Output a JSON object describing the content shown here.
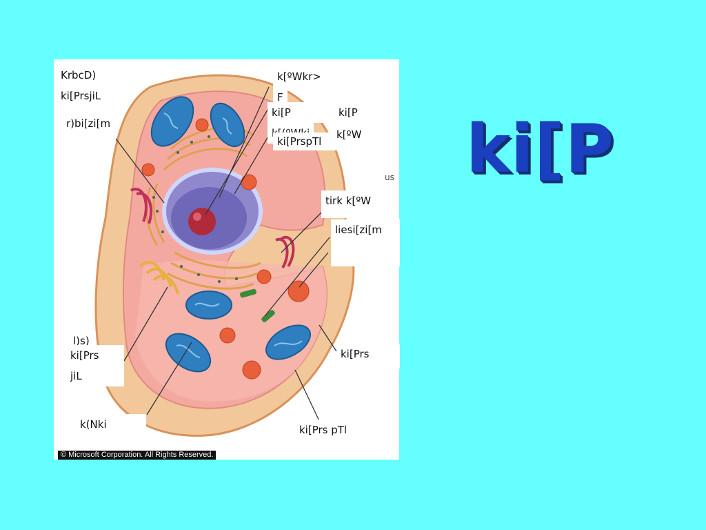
{
  "slide": {
    "title": "ki[P"
  },
  "labels": {
    "top_left_1": "KrbcD)",
    "top_left_2": "ki[PrsjiL",
    "left_mid": "r)bi[zi[m",
    "top_center_1": "k[ºWkr>",
    "top_center_1b": "F",
    "top_center_2": "ki[P",
    "top_center_3": "k[(ºWki",
    "top_center_4": "ki[PrspTl",
    "top_right_1": "ki[P",
    "top_right_2": "k[ºW",
    "us": "us",
    "right_1": "tirk k[ºW",
    "right_2": "liesi[zi[m",
    "bottom_left_1": "l)s)",
    "bottom_left_2": "ki[Prs",
    "bottom_left_3": "jiL",
    "bottom_left_4": "k(Nki",
    "right_3": "ki[Prs",
    "bottom_right": "ki[Prs pTl"
  },
  "footer": {
    "copyright": "© Microsoft Corporation. All Rights Reserved."
  },
  "colors": {
    "background": "#66ffff",
    "title": "#1a3fbf",
    "cell_outer": "#f2c79a",
    "cytoplasm": "#f4a9a0",
    "mitochondria": "#2f7fc0",
    "nucleus": "#8a80c8",
    "nucleolus": "#b02a3a"
  }
}
